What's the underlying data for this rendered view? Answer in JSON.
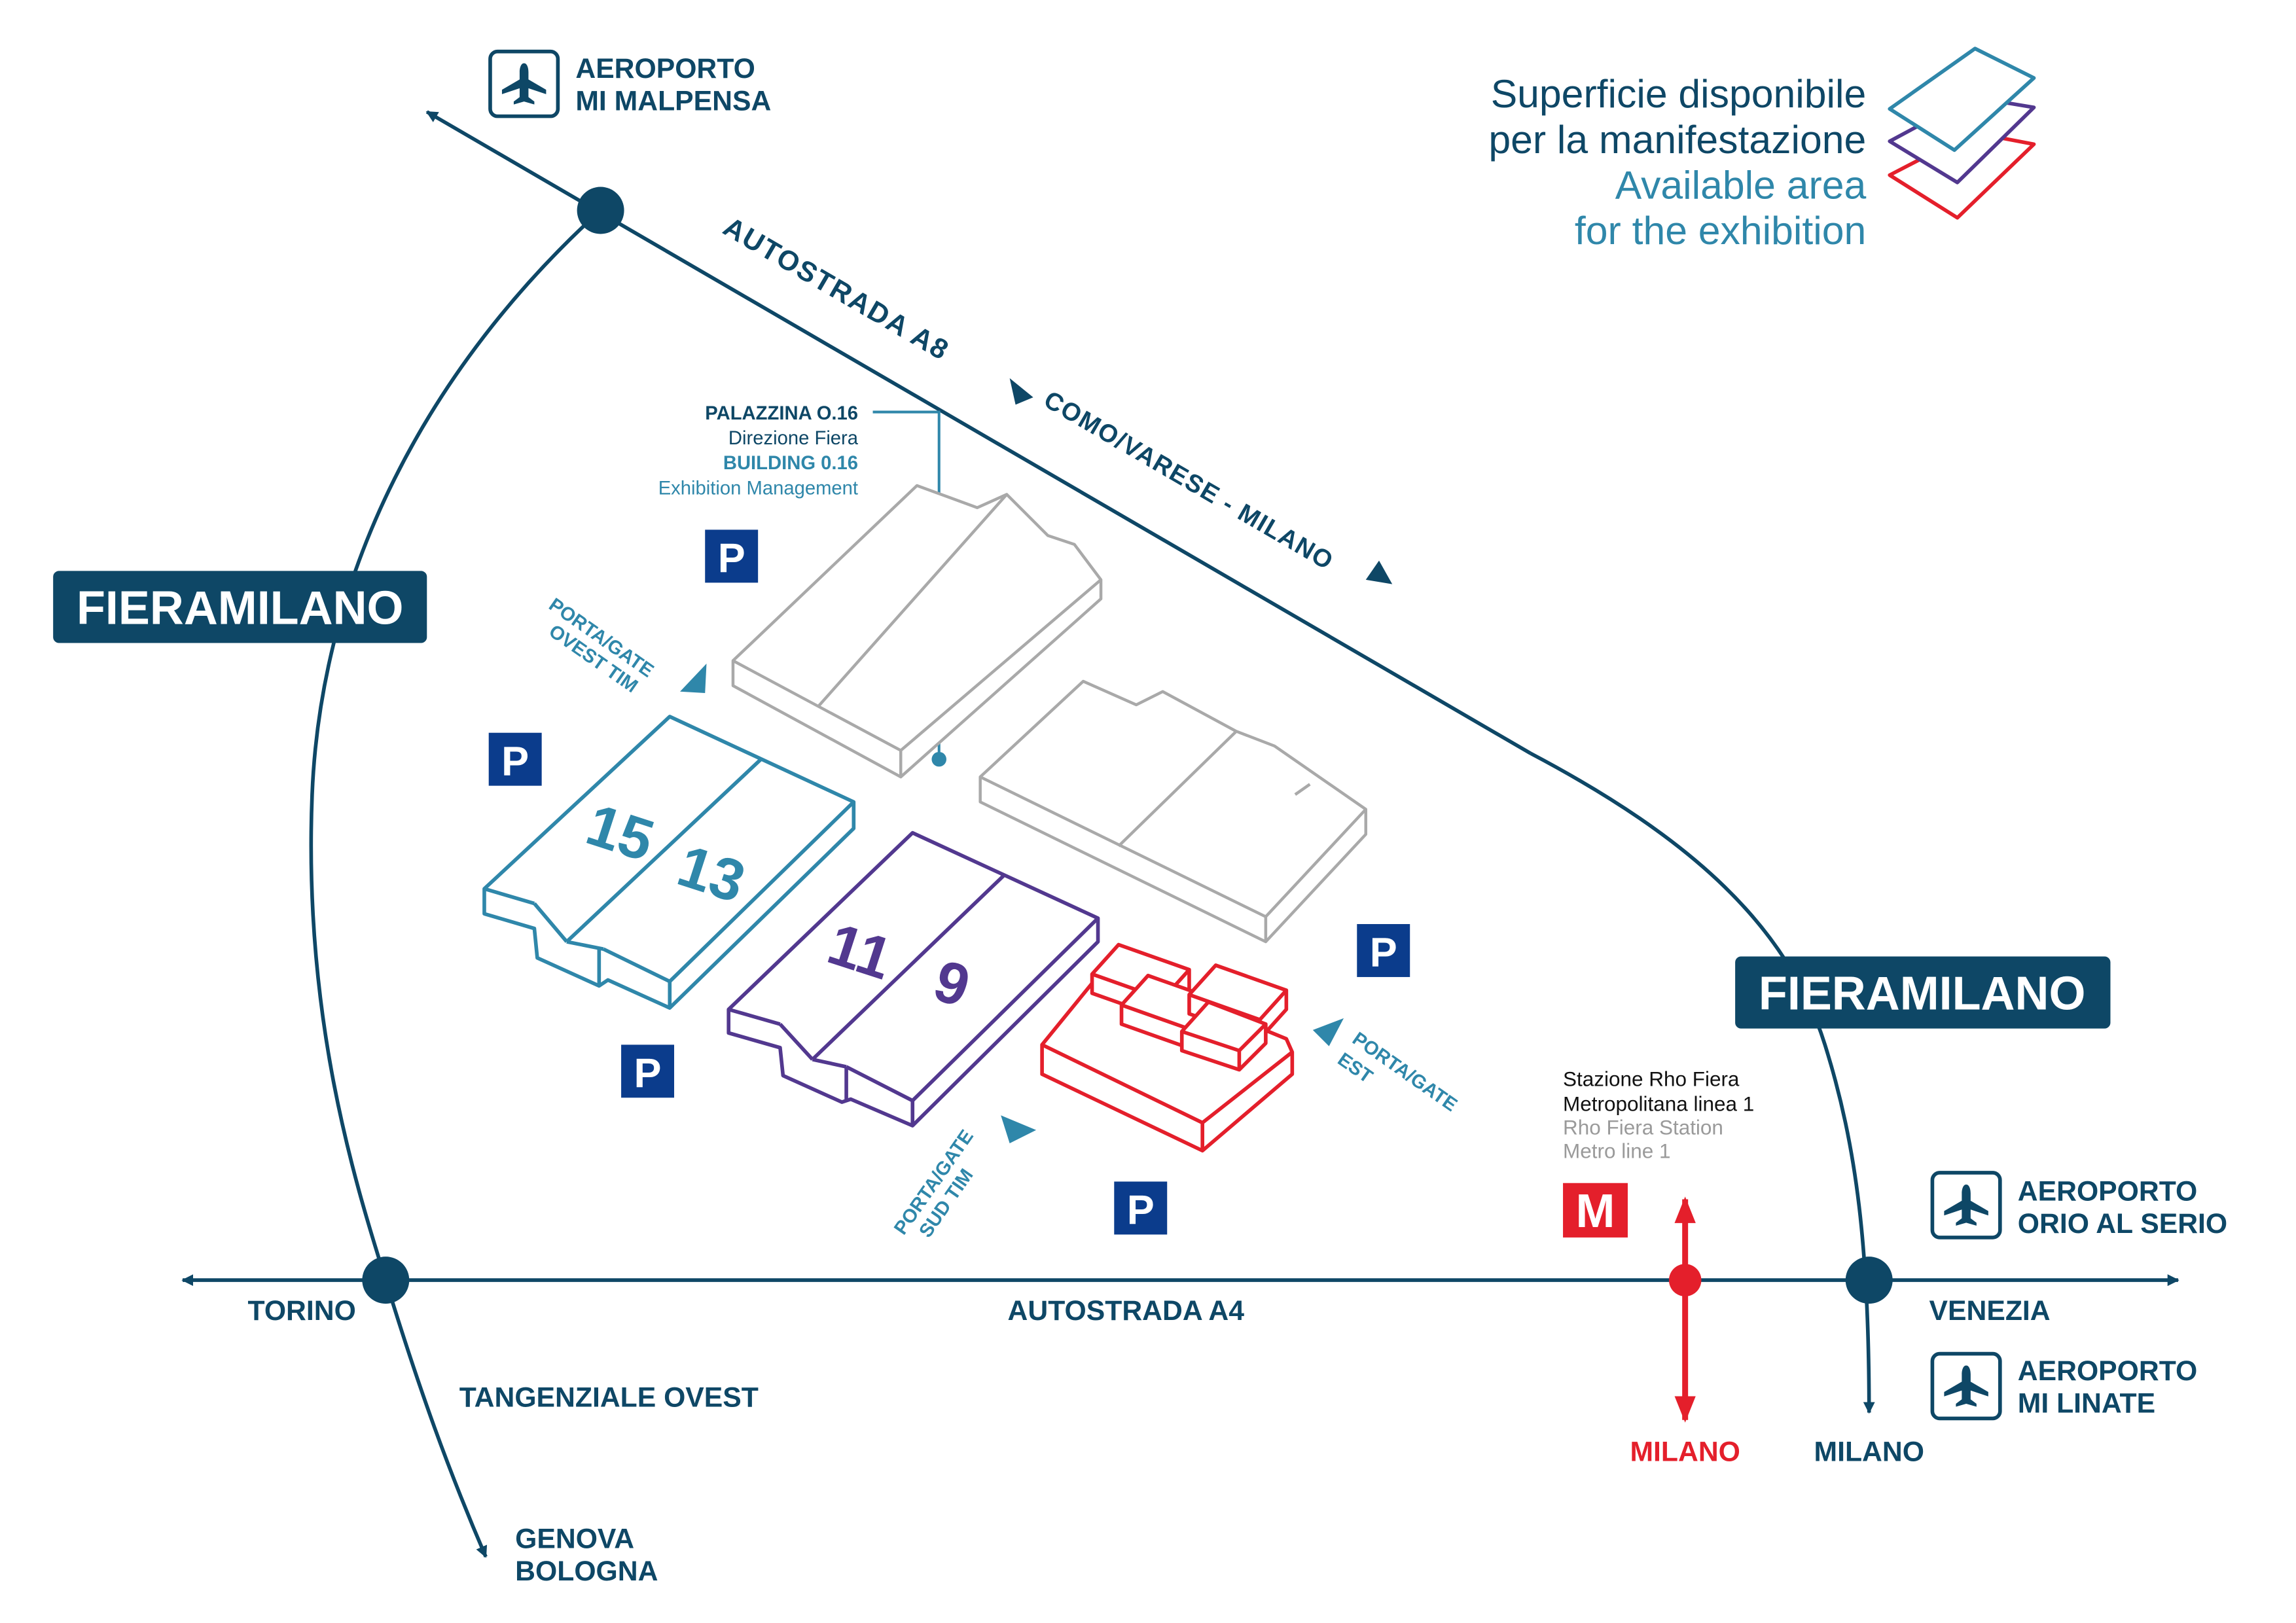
{
  "colors": {
    "navy": "#0e4766",
    "teal": "#2f87aa",
    "purple": "#52388f",
    "red": "#e41f2b",
    "gray": "#a9a9a9",
    "blue_badge": "#0b3c8c",
    "white": "#ffffff"
  },
  "legend": {
    "it_line1": "Superficie disponibile",
    "it_line2": "per la manifestazione",
    "en_line1": "Available area",
    "en_line2": "for the exhibition"
  },
  "airports": {
    "malpensa": {
      "line1": "AEROPORTO",
      "line2": "MI MALPENSA",
      "icon": "airplane-icon"
    },
    "orio": {
      "line1": "AEROPORTO",
      "line2": "ORIO AL SERIO",
      "icon": "airplane-icon"
    },
    "linate": {
      "line1": "AEROPORTO",
      "line2": "MI LINATE",
      "icon": "airplane-icon"
    }
  },
  "roads": {
    "a8": "AUTOSTRADA A8",
    "como_varese": "COMO/VARESE - MILANO",
    "a4": "AUTOSTRADA A4",
    "tangenziale": "TANGENZIALE OVEST"
  },
  "destinations": {
    "torino": "TORINO",
    "venezia": "VENEZIA",
    "milano_road": "MILANO",
    "milano_metro": "MILANO",
    "genova": "GENOVA",
    "bologna": "BOLOGNA"
  },
  "brand": {
    "fieramilano_left": "FIERAMILANO",
    "fieramilano_right": "FIERAMILANO"
  },
  "building": {
    "it_name": "PALAZZINA O.16",
    "it_desc": "Direzione Fiera",
    "en_name": "BUILDING 0.16",
    "en_desc": "Exhibition Management"
  },
  "gates": {
    "ovest_line1": "PORTA/GATE",
    "ovest_line2": "OVEST TIM",
    "est_line1": "PORTA/GATE",
    "est_line2": "EST",
    "sud_line1": "PORTA/GATE",
    "sud_line2": "SUD TIM"
  },
  "halls": {
    "h15": "15",
    "h13": "13",
    "h11": "11",
    "h9": "9"
  },
  "station": {
    "it_line1": "Stazione Rho Fiera",
    "it_line2": "Metropolitana linea 1",
    "en_line1": "Rho Fiera Station",
    "en_line2": "Metro line 1",
    "metro_letter": "M"
  },
  "parking_letter": "P"
}
